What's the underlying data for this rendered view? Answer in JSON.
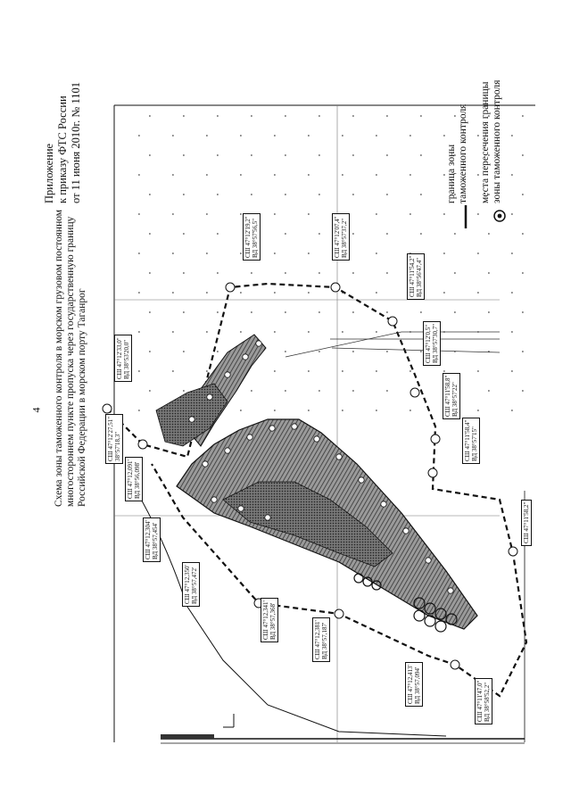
{
  "page_number": "4",
  "title": {
    "lines": [
      "Схема зоны таможенного контроля в морском грузовом постоянном",
      "многостороннем пункте пропуска через государственную границу",
      "Российской Федерации в морском порту Таганрог"
    ]
  },
  "appendix": {
    "line1": "Приложение",
    "line2": "к приказу ФТС России",
    "line3": "от 11 июня 2010г. № 1101"
  },
  "legend": {
    "boundary_label_1": "граница зоны",
    "boundary_label_2": "таможенного контроля",
    "crossing_label_1": "места пересечения границы",
    "crossing_label_2": "зоны таможенного контроля"
  },
  "coordinates": [
    {
      "id": "c1",
      "lat": "СШ 47°12'33,0\"",
      "lon": "ВД 38°53'20,0\""
    },
    {
      "id": "c2",
      "lat": "СШ 47°12'19,2\"",
      "lon": "ВД 38°57'56,5\""
    },
    {
      "id": "c3",
      "lat": "СШ 47°12'07,4\"",
      "lon": "ВД 38°57'37,2\""
    },
    {
      "id": "c4",
      "lat": "СШ 47°11'54,2\"",
      "lon": "ВД 38°56'47,4\""
    },
    {
      "id": "c5",
      "lat": "СШ 47°12'0,5\"",
      "lon": "ВД 38°57'30,7\""
    },
    {
      "id": "c6",
      "lat": "СШ 47°11'58,8\"",
      "lon": "ВД 38°57'22\""
    },
    {
      "id": "c7",
      "lat": "СШ 47°11'58,4\"",
      "lon": "ВД 38°57'15\""
    },
    {
      "id": "c8",
      "lat": "СШ 47°11'58,2\"",
      "lon": ""
    },
    {
      "id": "c9",
      "lat": "СШ 47°12'27,51\"",
      "lon": "38°57'18,3\""
    },
    {
      "id": "c10",
      "lat": "СШ 47°12,091'",
      "lon": "ВД 38°56,098'"
    },
    {
      "id": "c11",
      "lat": "СШ 47°12,304'",
      "lon": "ВД 38°57,454'"
    },
    {
      "id": "c12",
      "lat": "СШ 47°12,350'",
      "lon": "ВД 38°57,472'"
    },
    {
      "id": "c13",
      "lat": "СШ 47°12,341'",
      "lon": "ВД 38°57,368'"
    },
    {
      "id": "c14",
      "lat": "СШ 47°12,381'",
      "lon": "ВД 38°57,187'"
    },
    {
      "id": "c15",
      "lat": "СШ 47°12,413'",
      "lon": "ВД 38°57,094'"
    },
    {
      "id": "c16",
      "lat": "СШ 47°11'47,0\"",
      "lon": "ВД 38°58'52,2\""
    }
  ],
  "colors": {
    "ink": "#111111",
    "hatch": "#555555",
    "paper": "#ffffff"
  }
}
